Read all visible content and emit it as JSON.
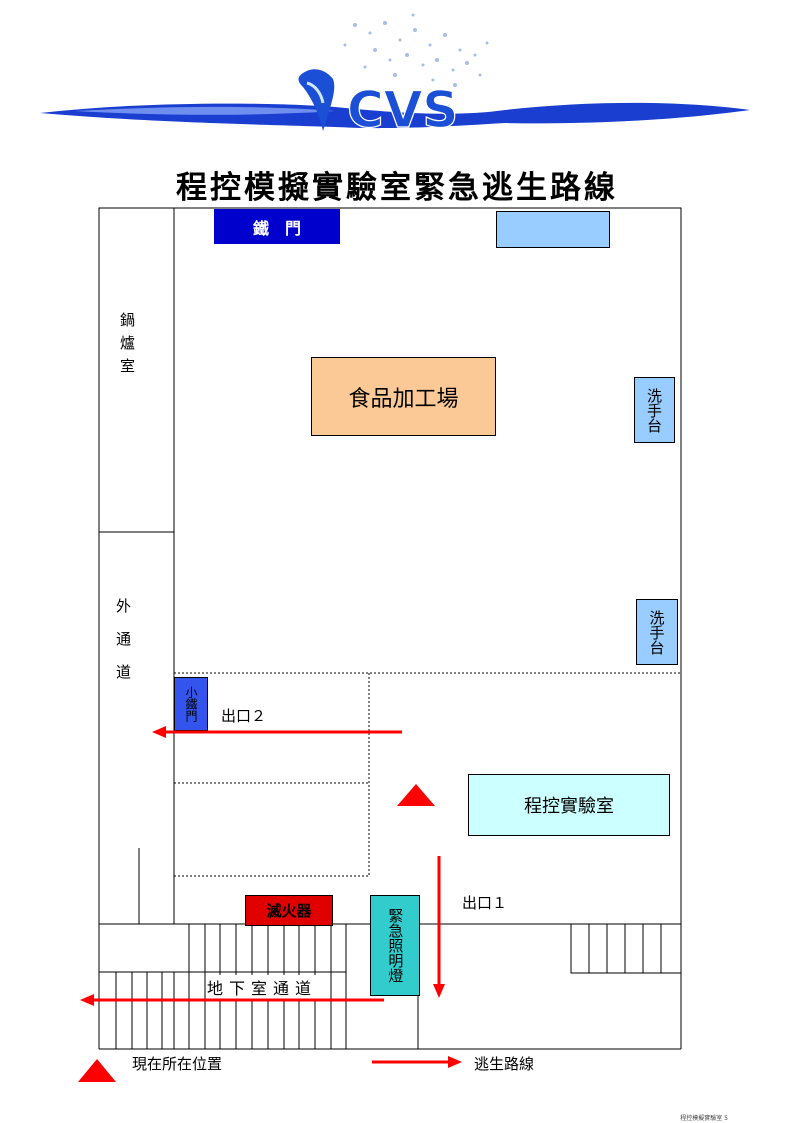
{
  "logo": {
    "text": "CVS"
  },
  "title": "程控模擬實驗室緊急逃生路線",
  "rooms": {
    "boiler_room": "鍋爐室",
    "outer_passage": "外通道",
    "food_factory": "食品加工場",
    "lab": "程控實驗室"
  },
  "doors": {
    "iron_door": "鐵　門",
    "small_iron_door": "小鐵門"
  },
  "fixtures": {
    "sink_1": "洗手台",
    "sink_2": "洗手台",
    "extinguisher": "滅火器",
    "emergency_light": "緊急照明燈"
  },
  "exits": {
    "exit_1": "出口１",
    "exit_2": "出口２"
  },
  "corridor": "地下室通道",
  "legend": {
    "current_position": "現在所在位置",
    "escape_route": "逃生路線"
  },
  "footer": "程控模擬實驗室 5",
  "colors": {
    "route": "#ff0000",
    "iron_door": "#0000cc",
    "small_iron_door": "#3355ee",
    "sink": "#99ccff",
    "food_factory": "#fbc995",
    "lab": "#ccffff",
    "extinguisher": "#e00000",
    "emergency_light": "#33cccc",
    "logo": "#1a4fd6"
  }
}
